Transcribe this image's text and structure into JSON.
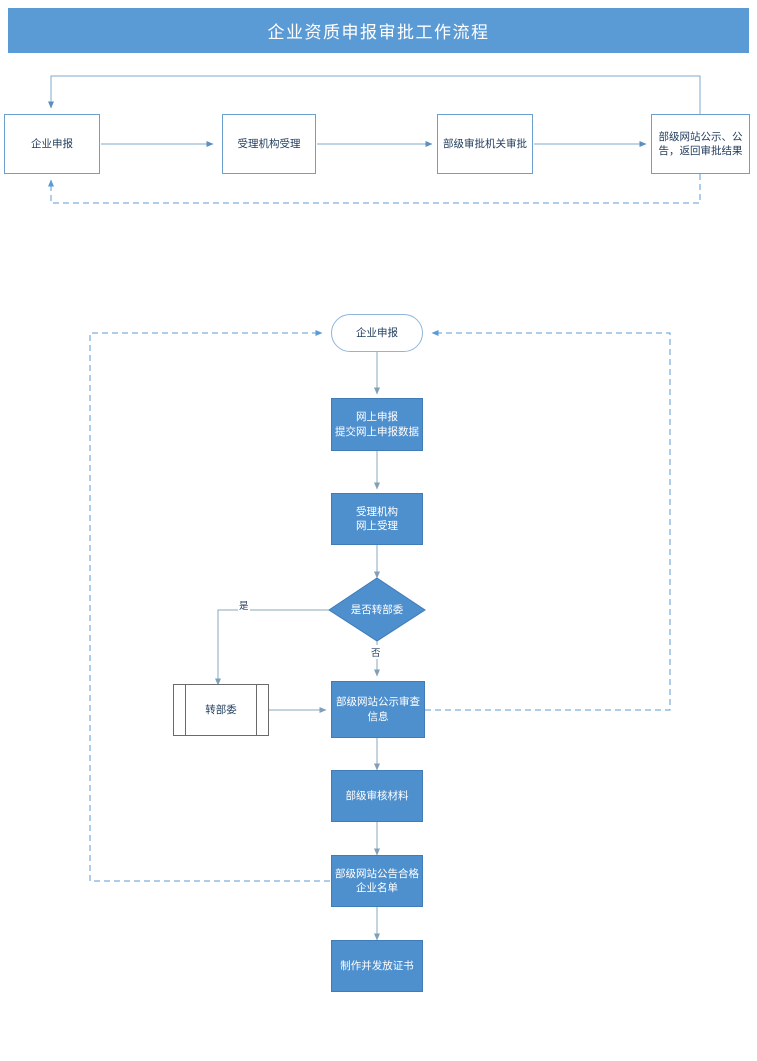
{
  "title": {
    "text": "企业资质申报审批工作流程"
  },
  "colors": {
    "banner": "#5b9bd5",
    "node_fill": "#4e8fce",
    "node_stroke": "#6a9fd0",
    "connector": "#7fa8c8",
    "dashed_connector": "#5b9bd5",
    "text_dark": "#1f3b5c",
    "text_light": "#ffffff"
  },
  "top_flow": {
    "name": "high-level-approval-flow",
    "nodes": [
      {
        "id": "qiye-shenbao",
        "label": "企业申报",
        "shape": "rectangle"
      },
      {
        "id": "shouli-shouli",
        "label": "受理机构受理",
        "shape": "rectangle"
      },
      {
        "id": "buji-shenpi",
        "label": "部级审批机关审批",
        "shape": "rectangle"
      },
      {
        "id": "buji-gongshi",
        "label": "部级网站公示、公告，返回审批结果",
        "shape": "rectangle"
      }
    ],
    "edges": [
      {
        "from": "qiye-shenbao",
        "to": "shouli-shouli",
        "style": "solid",
        "label": ""
      },
      {
        "from": "shouli-shouli",
        "to": "buji-shenpi",
        "style": "solid",
        "label": ""
      },
      {
        "from": "buji-shenpi",
        "to": "buji-gongshi",
        "style": "solid",
        "label": ""
      },
      {
        "from": "buji-gongshi",
        "to": "qiye-shenbao",
        "style": "solid",
        "label": "",
        "route": "top-return"
      },
      {
        "from": "buji-gongshi",
        "to": "qiye-shenbao",
        "style": "dashed",
        "label": "",
        "route": "bottom-return"
      }
    ]
  },
  "detail_flow": {
    "name": "detailed-declaration-flow",
    "nodes": [
      {
        "id": "start-qiye-shenbao",
        "label": "企业申报",
        "shape": "terminator"
      },
      {
        "id": "wangshang-shenbao",
        "label": "网上申报\n提交网上申报数据",
        "line1": "网上申报",
        "line2": "提交网上申报数据",
        "shape": "process"
      },
      {
        "id": "shouli-wangshang",
        "label": "受理机构\n网上受理",
        "line1": "受理机构",
        "line2": "网上受理",
        "shape": "process"
      },
      {
        "id": "shifou-zhuan-buwei",
        "label": "是否转部委",
        "shape": "decision"
      },
      {
        "id": "zhuan-buwei",
        "label": "转部委",
        "shape": "predefined-process"
      },
      {
        "id": "buji-gongshi-shencha",
        "label": "部级网站公示审查\n信息",
        "line1": "部级网站公示审查",
        "line2": "信息",
        "shape": "process"
      },
      {
        "id": "buji-shenhe-cailiao",
        "label": "部级审核材料",
        "shape": "process"
      },
      {
        "id": "buji-gonggao-mingdan",
        "label": "部级网站公告合格\n企业名单",
        "line1": "部级网站公告合格",
        "line2": "企业名单",
        "shape": "process"
      },
      {
        "id": "zhizuo-fafang",
        "label": "制作并发放证书",
        "shape": "process"
      }
    ],
    "edges": [
      {
        "from": "start-qiye-shenbao",
        "to": "wangshang-shenbao",
        "style": "solid",
        "label": ""
      },
      {
        "from": "wangshang-shenbao",
        "to": "shouli-wangshang",
        "style": "solid",
        "label": ""
      },
      {
        "from": "shouli-wangshang",
        "to": "shifou-zhuan-buwei",
        "style": "solid",
        "label": ""
      },
      {
        "from": "shifou-zhuan-buwei",
        "to": "zhuan-buwei",
        "style": "solid",
        "label": "是"
      },
      {
        "from": "shifou-zhuan-buwei",
        "to": "buji-gongshi-shencha",
        "style": "solid",
        "label": "否"
      },
      {
        "from": "zhuan-buwei",
        "to": "buji-gongshi-shencha",
        "style": "solid",
        "label": ""
      },
      {
        "from": "buji-gongshi-shencha",
        "to": "buji-shenhe-cailiao",
        "style": "solid",
        "label": ""
      },
      {
        "from": "buji-shenhe-cailiao",
        "to": "buji-gonggao-mingdan",
        "style": "solid",
        "label": ""
      },
      {
        "from": "buji-gonggao-mingdan",
        "to": "zhizuo-fafang",
        "style": "solid",
        "label": ""
      },
      {
        "from": "buji-gongshi-shencha",
        "to": "start-qiye-shenbao",
        "style": "dashed",
        "label": "",
        "route": "right-feedback"
      },
      {
        "from": "buji-gonggao-mingdan",
        "to": "start-qiye-shenbao",
        "style": "dashed",
        "label": "",
        "route": "left-feedback"
      }
    ],
    "edge_labels": {
      "yes": "是",
      "no": "否"
    }
  }
}
